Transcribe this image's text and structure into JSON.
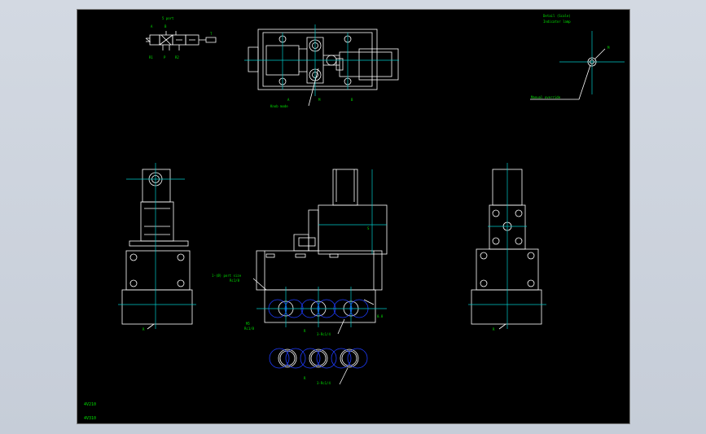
{
  "drawing": {
    "background": "#000000",
    "colors": {
      "outline": "#ffffff",
      "center": "#00c8c8",
      "hidden": "#1e3cff",
      "dim": "#00d000"
    },
    "labels": {
      "symbol_title": "5 port",
      "port_a": "A",
      "port_b": "B",
      "port_r1": "R1",
      "port_r2": "R2",
      "port_p": "P",
      "port_t": "T",
      "top_view_note": "Knob mode",
      "top_view_a": "A",
      "top_view_b": "B",
      "top_view_bolt": "M",
      "detail_title": "Detail (Scale)",
      "detail_sub": "Indicator lamp",
      "detail_note": "Manual override",
      "detail_tag": "M",
      "front_port_note": "1-(Ø) port size",
      "front_port_note2": "Rc1/8",
      "front_m5": "M5",
      "front_m5b": "Rc1/8",
      "front_r": "R",
      "front_size": "3-Rc1/4",
      "front_dim": "0.8",
      "bottom_r": "R",
      "bottom_size": "3-Rc1/4",
      "solenoid_label": "S",
      "side_left_r": "R",
      "side_right_r": "R",
      "footer_1": "4V210",
      "footer_2": "4V310"
    }
  }
}
